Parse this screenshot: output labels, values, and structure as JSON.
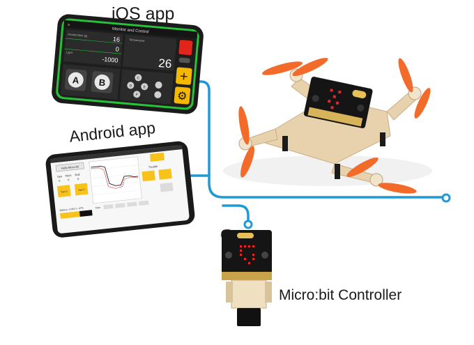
{
  "labels": {
    "ios_title": "iOS app",
    "android_title": "Android app",
    "microbit_title": "Micro:bit Controller"
  },
  "ios_app": {
    "header_title": "Monitor and Control",
    "row1_label": "Acceleration (g)",
    "row1_value": "16",
    "row2_value": "0",
    "row3_label": "Light",
    "row3_value": "-1000",
    "temp_label": "Temperature",
    "temp_value": "26",
    "button_a": "A",
    "button_b": "B",
    "dpad": [
      "C",
      "D",
      "E",
      "F"
    ],
    "plus": "+",
    "gear": "⚙",
    "colors": {
      "frame": "#1b1b1b",
      "screen_border": "#27c23a",
      "panel": "#2b2b2b",
      "accent": "#f5b800"
    }
  },
  "android_app": {
    "top_button": "Hello Micro:bit",
    "axis_labels": [
      "Yaw",
      "Pitch",
      "Roll"
    ],
    "axis_values": [
      "0",
      "0",
      "0"
    ],
    "btn_left": "Yaw 0",
    "btn_mid": "Yaw 0",
    "throttle_label": "Throttle",
    "battery_text": "Battery: 3.06V (~ 47%",
    "time_label": "Time",
    "bottom_buttons": [
      "",
      "",
      "",
      ""
    ],
    "colors": {
      "accent": "#f7c21a",
      "graph_red": "#e23b3b",
      "graph_black": "#222222"
    }
  },
  "colors": {
    "wire": "#1e9ad6",
    "drone_wood": "#e8d2ae",
    "propeller": "#f36b2a",
    "microbit_board": "#151515"
  }
}
